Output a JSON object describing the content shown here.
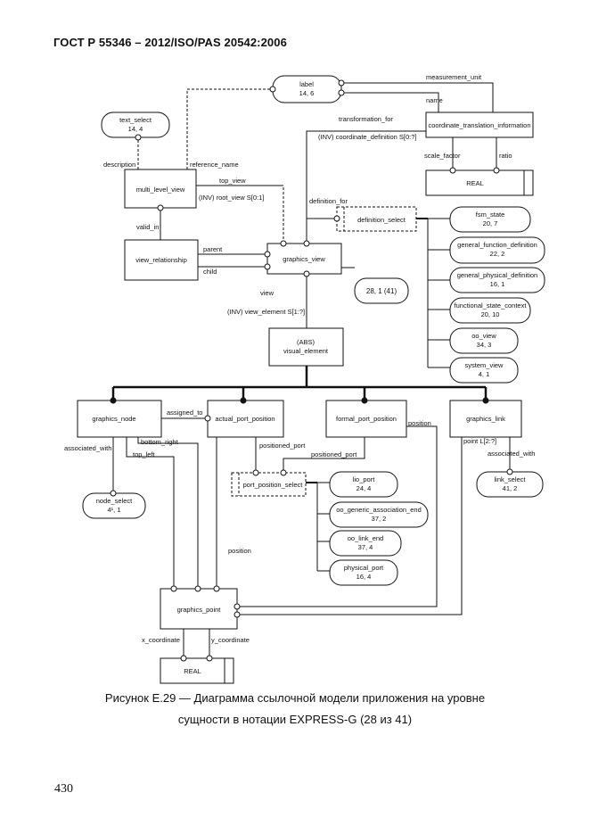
{
  "header": "ГОСТ Р 55346 – 2012/ISO/PAS 20542:2006",
  "entities": {
    "label": [
      "label",
      "14, 6"
    ],
    "text_select": [
      "text_select",
      "14, 4"
    ],
    "coord": "coordinate_translation_information",
    "real_top": "REAL",
    "mlv": "multi_level_view",
    "def_select": "definition_select",
    "fsm_state": [
      "fsm_state",
      "20, 7"
    ],
    "gfd": [
      "general_function_definition",
      "22, 2"
    ],
    "gpd": [
      "general_physical_definition",
      "16, 1"
    ],
    "fsc": [
      "functional_state_context",
      "20, 10"
    ],
    "oo_view": [
      "oo_view",
      "34, 3"
    ],
    "system_view": [
      "system_view",
      "4, 1"
    ],
    "view_rel": "view_relationship",
    "graphics_view": "graphics_view",
    "page_ref": "28, 1 (41)",
    "visual_element": [
      "(ABS)",
      "visual_element"
    ],
    "graphics_node": "graphics_node",
    "actual_port_position": "actual_port_position",
    "formal_port_position": "formal_port_position",
    "graphics_link": "graphics_link",
    "node_select": [
      "node_select",
      "4¹, 1"
    ],
    "port_position_select": "port_position_select",
    "lio_port": [
      "lio_port",
      "24, 4"
    ],
    "oo_gae": [
      "oo_generic_association_end",
      "37, 2"
    ],
    "oo_link_end": [
      "oo_link_end",
      "37, 4"
    ],
    "physical_port": [
      "physical_port",
      "16, 4"
    ],
    "link_select": [
      "link_select",
      "41, 2"
    ],
    "graphics_point": "graphics_point",
    "real_bottom": "REAL"
  },
  "relations": {
    "measurement_unit": "measurement_unit",
    "name": "name",
    "transformation_for": "transformation_for",
    "inv_coord": "(INV) coordinate_definition S[0:?]",
    "scale_factor": "scale_factor",
    "ratio": "ratio",
    "description": "description",
    "reference_name": "reference_name",
    "top_view": "top_view",
    "inv_root": "(INV) root_view S[0:1]",
    "definition_for": "definition_for",
    "valid_in": "valid_in",
    "parent": "parent",
    "child": "child",
    "view": "view",
    "inv_view_element": "(INV) view_element S[1:?]",
    "assigned_to": "assigned_to",
    "position_fpp": "position",
    "associated_with_node": "associated_with",
    "bottom_right": "bottom_right",
    "top_left": "top_left",
    "positioned_port": "positioned_port",
    "positioned_port2": "positioned_port",
    "point_list": "point L[2:?]",
    "associated_with_link": "associated_with",
    "position_app": "position",
    "x_coordinate": "x_coordinate",
    "y_coordinate": "y_coordinate"
  },
  "caption": {
    "line1": "Рисунок Е.29 — Диаграмма ссылочной модели приложения на уровне",
    "line2": "сущности в нотации EXPRESS-G (28 из 41)"
  },
  "page_number": "430"
}
